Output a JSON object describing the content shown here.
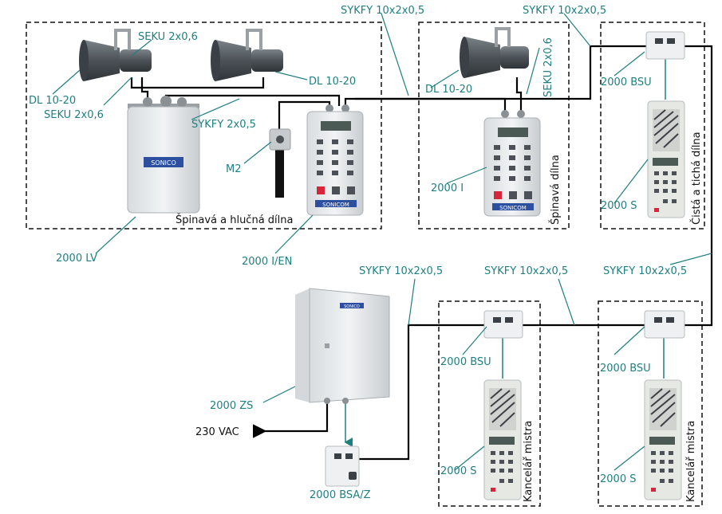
{
  "zones": {
    "dirty_noisy": "Špinavá a hlučná dílna",
    "dirty": "Špinavá dílna",
    "clean_quiet": "Čistá a tichá dílna",
    "master_office_1": "Kancelář mistra",
    "master_office_2": "Kancelář mistra"
  },
  "cables": {
    "sykfy_10_top_1": "SYKFY 10x2x0,5",
    "sykfy_10_top_2": "SYKFY 10x2x0,5",
    "sykfy_10_mid_1": "SYKFY 10x2x0,5",
    "sykfy_10_mid_2": "SYKFY 10x2x0,5",
    "sykfy_10_mid_3": "SYKFY 10x2x0,5",
    "sykfy_2": "SYKFY 2x0,5",
    "seku_a": "SEKU 2x0,6",
    "seku_b": "SEKU 2x0,6",
    "seku_c": "SEKU 2x0,6"
  },
  "devices": {
    "speaker_a": "DL 10-20",
    "speaker_b": "DL 10-20",
    "speaker_c": "DL 10-20",
    "amplifier": "2000 LV",
    "amplifier_logo": "SONICO",
    "m2": "M2",
    "station_ien": "2000 I/EN",
    "station_ien_logo": "SONICOM",
    "station_i": "2000 I",
    "station_i_logo": "SONICOM",
    "bsu_1": "2000 BSU",
    "bsu_2": "2000 BSU",
    "bsu_3": "2000 BSU",
    "s_1": "2000 S",
    "s_2": "2000 S",
    "s_3": "2000 S",
    "central": "2000 ZS",
    "central_logo": "SONICO",
    "bsaz": "2000 BSA/Z",
    "power": "230 VAC"
  }
}
